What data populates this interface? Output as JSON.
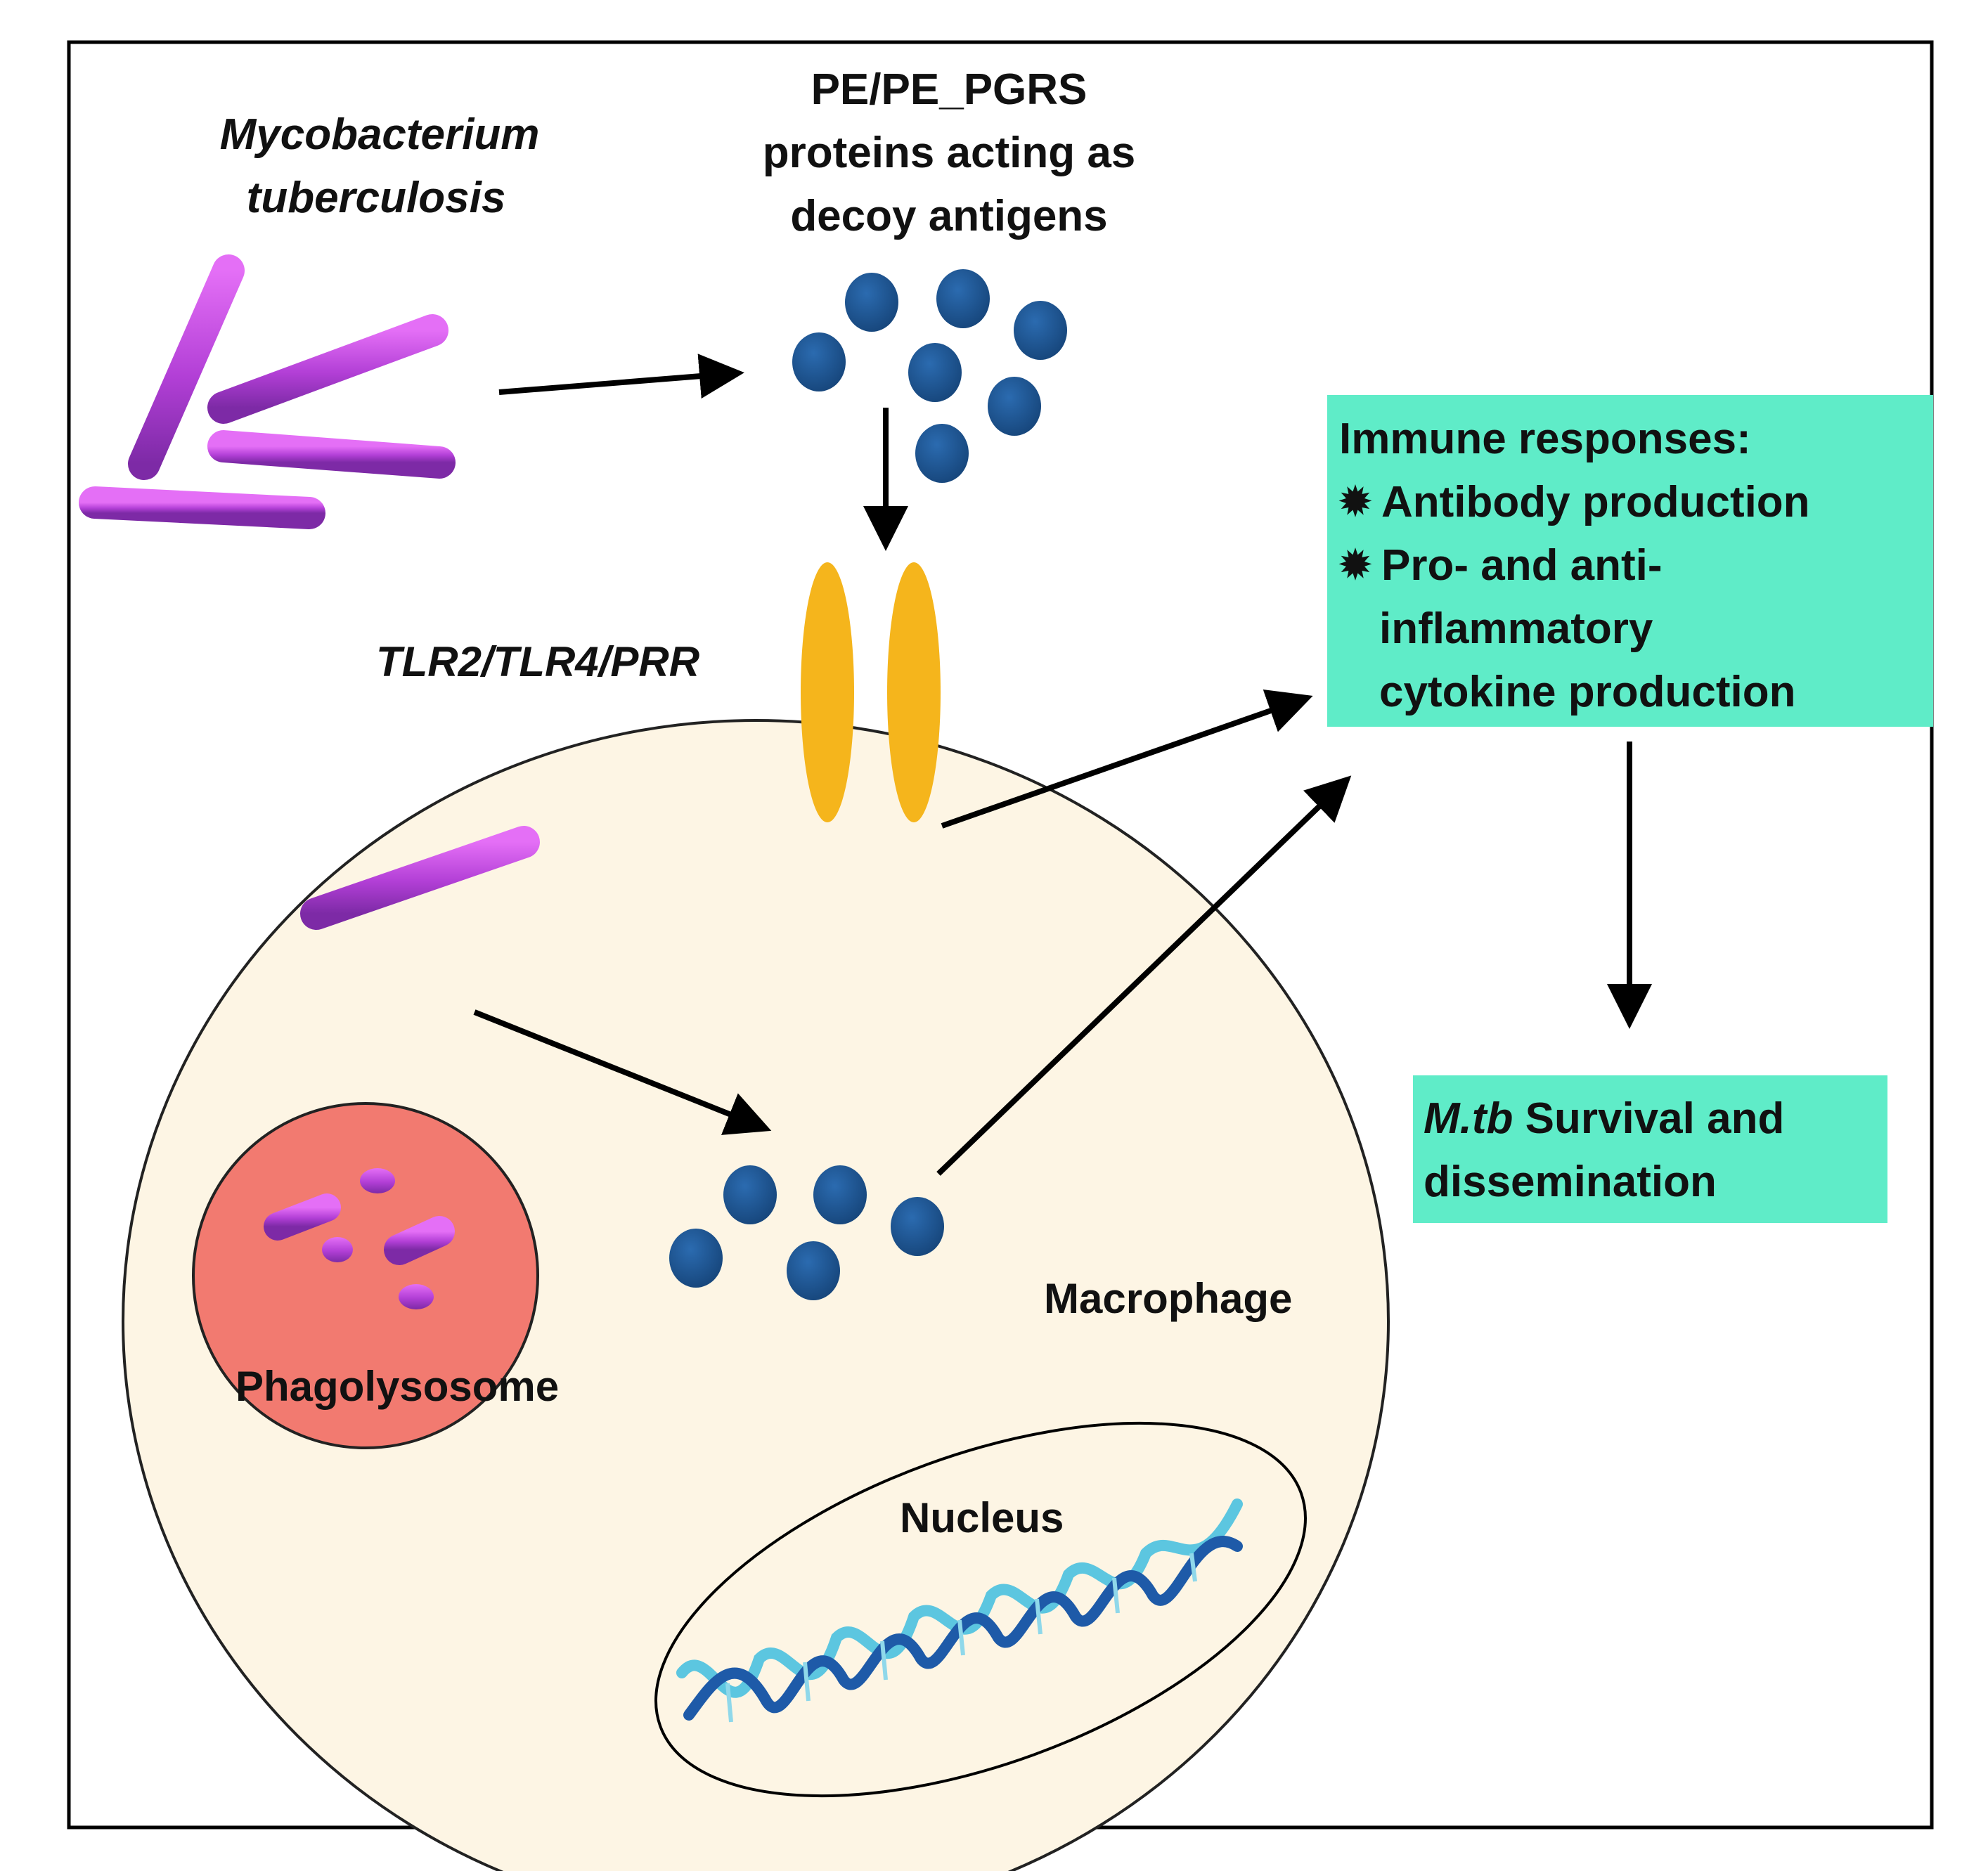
{
  "labels": {
    "mtb_line1": "Mycobacterium",
    "mtb_line2": "tuberculosis",
    "pe_line1": "PE/PE_PGRS",
    "pe_line2": "proteins acting as",
    "pe_line3": "decoy antigens",
    "receptor": "TLR2/TLR4/PRR",
    "macrophage": "Macrophage",
    "phagolysosome": "Phagolysosome",
    "nucleus": "Nucleus"
  },
  "immune_box": {
    "title": "Immune responses:",
    "bullet_glyph": "✹",
    "item1": "Antibody production",
    "item2_line1": "Pro- and anti-",
    "item2_line2": "inflammatory",
    "item2_line3": "cytokine production"
  },
  "survival_box": {
    "italic_part": "M.tb",
    "line1_rest": " Survival and",
    "line2": "dissemination"
  },
  "colors": {
    "bacterium": "#b23fd6",
    "antigen": "#1c5593",
    "receptor": "#f5b51c",
    "macrophage_fill": "#fdf5e4",
    "phagolysosome_fill": "#f27a70",
    "box_fill": "#5fecc8",
    "dna_dark": "#1e5aa8",
    "dna_light": "#5cc6e0"
  }
}
